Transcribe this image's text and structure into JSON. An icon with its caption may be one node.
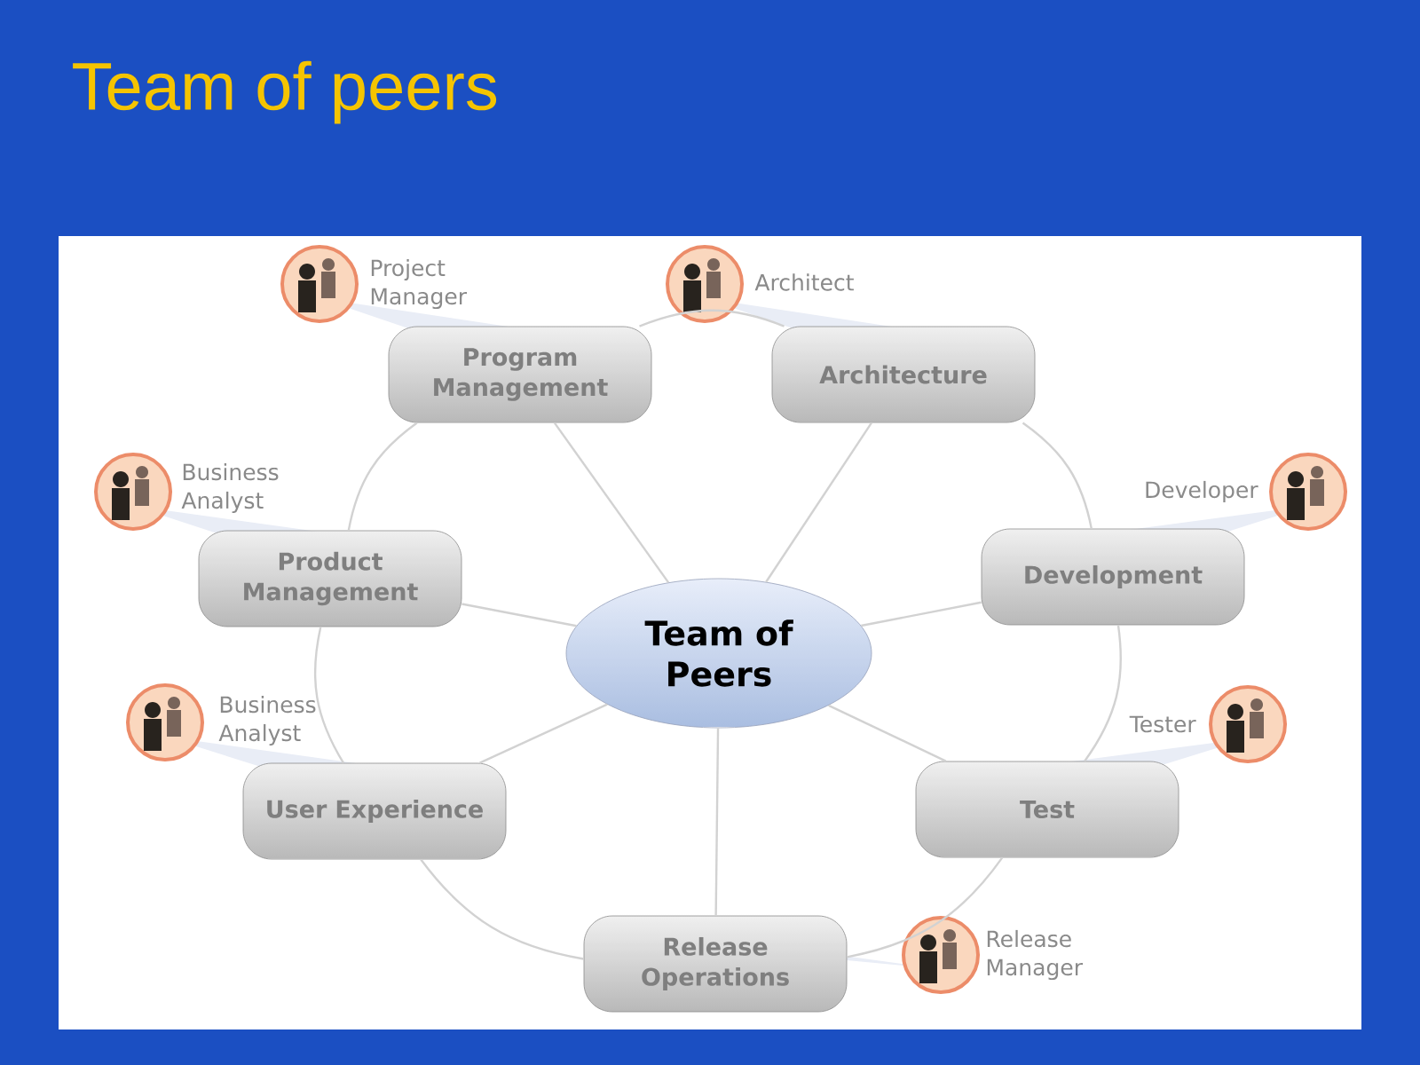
{
  "diagram": {
    "title": "Team of peers",
    "nodes": [
      {
        "text": [
          "Program Management"
        ],
        "beside": [
          "Project Manager"
        ]
      },
      {
        "text": [
          "Architecture"
        ],
        "beside": [
          "Architect"
        ]
      },
      {
        "text": [
          "Product Management"
        ],
        "beside": [
          "Business Analyst"
        ]
      },
      {
        "text": [
          "Development"
        ],
        "beside": [
          "Developer"
        ]
      },
      {
        "text": [
          "Team of Peers"
        ]
      },
      {
        "text": [
          "User Experience"
        ],
        "beside": [
          "Business Analyst"
        ]
      },
      {
        "text": [
          "Test"
        ],
        "beside": [
          "Tester"
        ]
      },
      {
        "text": [
          "Release Operations"
        ]
      }
    ],
    "labels": [
      "Release Manager"
    ],
    "edges": [
      {
        "from": 4,
        "to": 0,
        "arrow": "none"
      },
      {
        "from": 4,
        "to": 1,
        "arrow": "none"
      },
      {
        "from": 4,
        "to": 3,
        "arrow": "none"
      },
      {
        "from": 4,
        "to": 6,
        "arrow": "none"
      },
      {
        "from": 4,
        "to": 7,
        "arrow": "none"
      },
      {
        "from": 4,
        "to": 5,
        "arrow": "none"
      },
      {
        "from": 4,
        "to": 2,
        "arrow": "none"
      },
      {
        "from": 0,
        "to": 1,
        "arrow": "none"
      },
      {
        "from": 1,
        "to": 3,
        "arrow": "none"
      },
      {
        "from": 3,
        "to": 6,
        "arrow": "none"
      },
      {
        "from": 6,
        "to": 7,
        "arrow": "none"
      },
      {
        "from": 7,
        "to": 5,
        "arrow": "none"
      },
      {
        "from": 5,
        "to": 2,
        "arrow": "none"
      },
      {
        "from": 2,
        "to": 0,
        "arrow": "none"
      }
    ]
  }
}
